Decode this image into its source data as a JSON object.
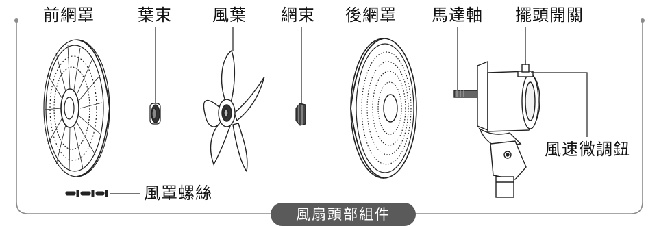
{
  "parts": {
    "front_grille": "前網罩",
    "blade_nut": "葉束",
    "fan_blade": "風葉",
    "grille_nut": "網束",
    "rear_grille": "後網罩",
    "motor_shaft": "馬達軸",
    "oscillation_switch": "擺頭開關",
    "speed_knob": "風速微調鈕",
    "grille_screws": "風罩螺絲"
  },
  "footer": {
    "title": "風扇頭部組件"
  },
  "colors": {
    "line": "#222222",
    "frame": "#8c8c8c",
    "badge": "#5a5a5a"
  }
}
